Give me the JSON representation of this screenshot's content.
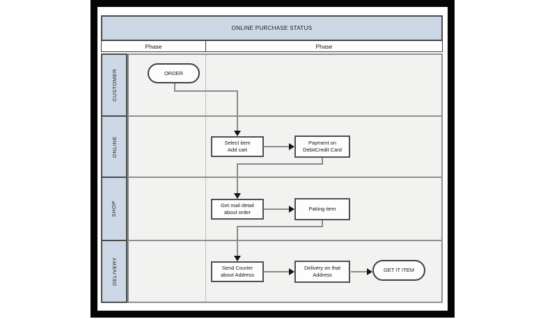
{
  "diagram": {
    "title": "ONLINE PURCHASE STATUS",
    "phase_headers": {
      "left": "Phase",
      "right": "Phase"
    },
    "lanes": [
      {
        "label": "CUSTOMER"
      },
      {
        "label": "ONLINE"
      },
      {
        "label": "SHOP"
      },
      {
        "label": "DELIVERY"
      }
    ],
    "nodes": [
      {
        "id": "order",
        "shape": "stadium",
        "lane": "CUSTOMER",
        "text": "ORDER"
      },
      {
        "id": "select-item",
        "shape": "rectangle",
        "lane": "ONLINE",
        "text": "Select item\nAdd cart"
      },
      {
        "id": "payment",
        "shape": "rectangle",
        "lane": "ONLINE",
        "text": "Payment on\nDebitCredit Card"
      },
      {
        "id": "get-mail",
        "shape": "rectangle",
        "lane": "SHOP",
        "text": "Get mail detail\nabout order"
      },
      {
        "id": "paking-item",
        "shape": "rectangle",
        "lane": "SHOP",
        "text": "Paking item"
      },
      {
        "id": "send-courier",
        "shape": "rectangle",
        "lane": "DELIVERY",
        "text": "Send Courier\nabout Address"
      },
      {
        "id": "delivery-addr",
        "shape": "rectangle",
        "lane": "DELIVERY",
        "text": "Delivery on that\nAddress"
      },
      {
        "id": "get-it-item",
        "shape": "stadium",
        "lane": "DELIVERY",
        "text": "GET IT ITEM"
      }
    ],
    "edges": [
      {
        "from": "order",
        "to": "select-item"
      },
      {
        "from": "select-item",
        "to": "payment"
      },
      {
        "from": "payment",
        "to": "get-mail"
      },
      {
        "from": "get-mail",
        "to": "paking-item"
      },
      {
        "from": "paking-item",
        "to": "send-courier"
      },
      {
        "from": "send-courier",
        "to": "delivery-addr"
      },
      {
        "from": "delivery-addr",
        "to": "get-it-item"
      }
    ],
    "colors": {
      "frame": "#050505",
      "header_fill": "#ccd8e5",
      "lane_fill": "#f2f2f1",
      "node_fill": "#fdfdfd",
      "dark_border": "#4a4a4a",
      "gray_border": "#8f8f8f",
      "connector": "#8a8a8a",
      "arrowhead": "#141414"
    }
  }
}
